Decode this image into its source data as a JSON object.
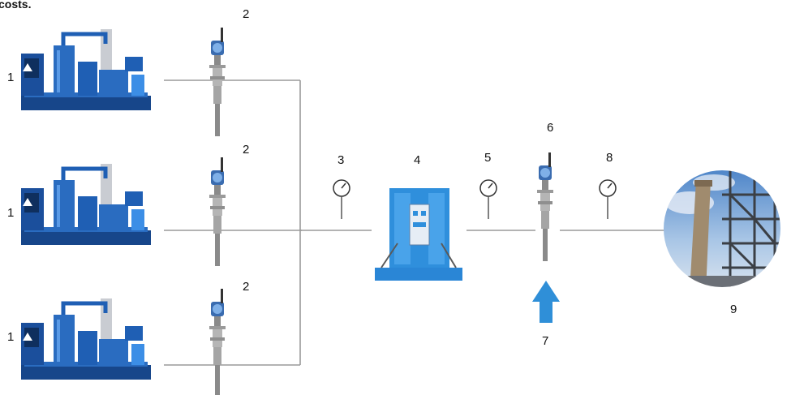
{
  "header_fragment": "costs.",
  "colors": {
    "equipment_blue": "#1f5fb4",
    "equipment_light": "#3c8ee6",
    "pipe": "#9a9a9a",
    "arrow": "#2f8fd8",
    "dryer": "#2a86d6"
  },
  "labels": {
    "compressor_1a": "1",
    "compressor_1b": "1",
    "compressor_1c": "1",
    "flowmeter_2a": "2",
    "flowmeter_2b": "2",
    "flowmeter_2c": "2",
    "gauge_3": "3",
    "dryer_4": "4",
    "gauge_5": "5",
    "flowmeter_6": "6",
    "arrow_7": "7",
    "gauge_8": "8",
    "plant_9": "9"
  },
  "icons": {
    "compressor": "air-compressor-icon",
    "flowmeter": "flowmeter-icon",
    "gauge": "pressure-gauge-icon",
    "dryer": "air-dryer-icon",
    "arrow": "up-arrow-icon",
    "plant": "industrial-plant-icon"
  }
}
